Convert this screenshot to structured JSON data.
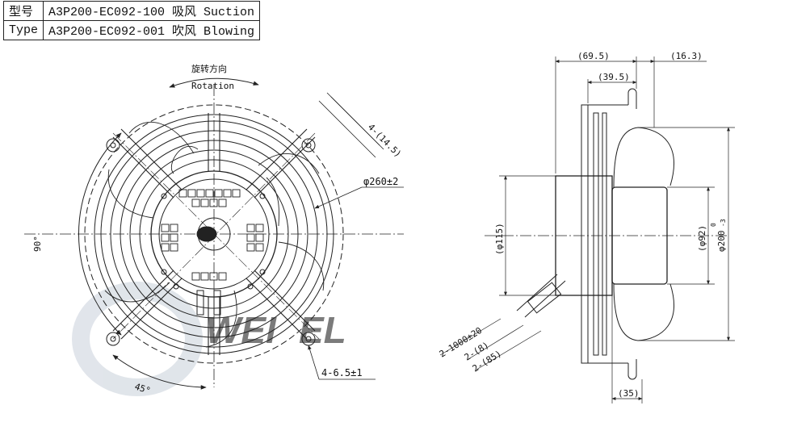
{
  "type_table": {
    "rows": [
      {
        "label": "型号",
        "value": "A3P200-EC092-100 吸风 Suction"
      },
      {
        "label": "Type",
        "value": "A3P200-EC092-001 吹风 Blowing"
      }
    ]
  },
  "front_view": {
    "rotation_cn": "旋转方向",
    "rotation_en": "Rotation",
    "dim_hole_spacing": "4-(14.5)",
    "dim_outer_diameter": "φ260±2",
    "dim_angle_90": "90°",
    "dim_angle_45": "45°",
    "dim_mounting_holes": "4-6.5±1"
  },
  "side_view": {
    "dim_69_5": "(69.5)",
    "dim_16_3": "(16.3)",
    "dim_39_5": "(39.5)",
    "dim_115": "(φ115)",
    "dim_92": "(φ92)",
    "dim_200": "φ200",
    "dim_200_tol_upper": "0",
    "dim_200_tol_lower": "-3",
    "dim_35": "(35)",
    "cable_length": "2-1000±20",
    "cable_8": "2-(8)",
    "cable_85": "2-(85)"
  },
  "colors": {
    "line": "#222222",
    "watermark": "#c8d0da",
    "watermark_accent": "#7fb0e8"
  }
}
